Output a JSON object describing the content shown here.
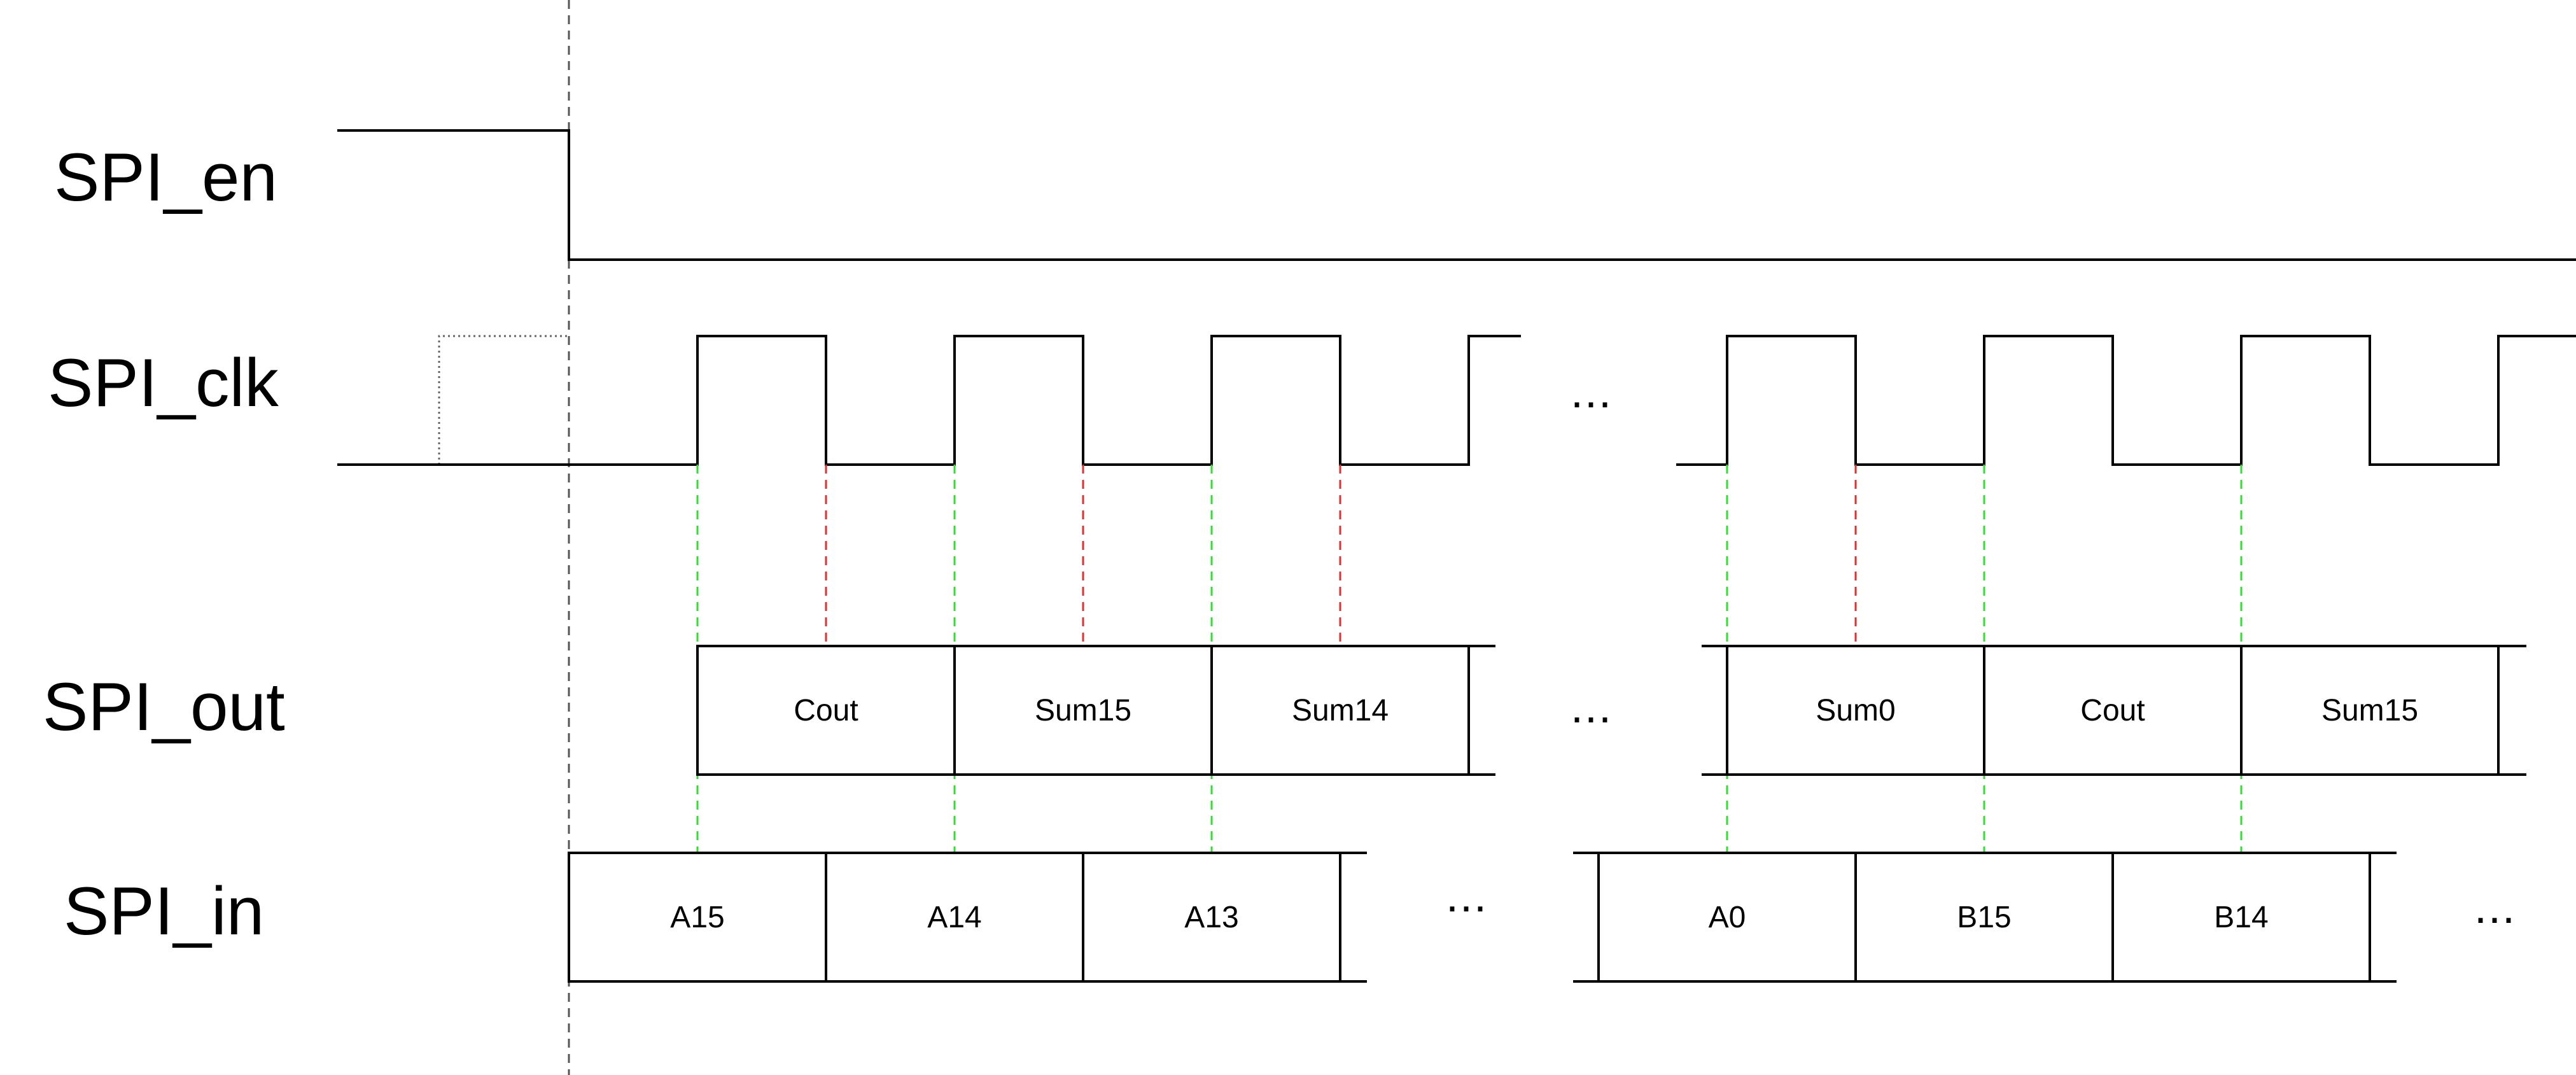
{
  "signals": {
    "en": {
      "label": "SPI_en"
    },
    "clk": {
      "label": "SPI_clk",
      "ellipsis": "..."
    },
    "out": {
      "label": "SPI_out",
      "cells": [
        "Cout",
        "Sum15",
        "Sum14",
        "Sum0",
        "Cout",
        "Sum15"
      ],
      "ellipsis": "..."
    },
    "in": {
      "label": "SPI_in",
      "cells": [
        "A15",
        "A14",
        "A13",
        "A0",
        "B15",
        "B14"
      ],
      "ellipsis_mid": "...",
      "ellipsis_end": "..."
    }
  },
  "colors": {
    "signal": "#000000",
    "sample_edge": "#33dd33",
    "shift_edge": "#e03030",
    "start_marker": "#555555"
  }
}
